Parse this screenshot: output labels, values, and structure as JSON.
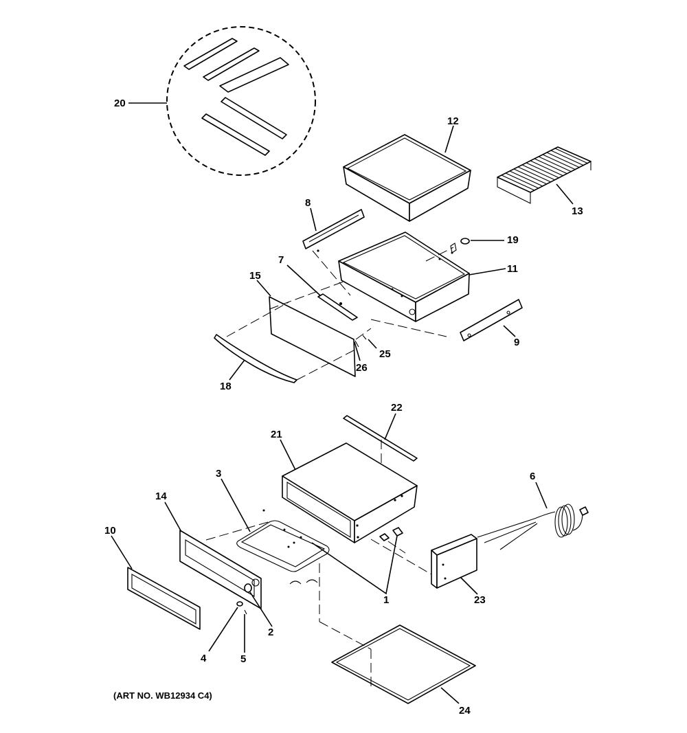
{
  "diagram": {
    "caption": "(ART NO. WB12934 C4)",
    "callouts": [
      {
        "id": "c1",
        "text": "1"
      },
      {
        "id": "c2",
        "text": "2"
      },
      {
        "id": "c3",
        "text": "3"
      },
      {
        "id": "c4",
        "text": "4"
      },
      {
        "id": "c5",
        "text": "5"
      },
      {
        "id": "c6",
        "text": "6"
      },
      {
        "id": "c7",
        "text": "7"
      },
      {
        "id": "c8",
        "text": "8"
      },
      {
        "id": "c9",
        "text": "9"
      },
      {
        "id": "c10",
        "text": "10"
      },
      {
        "id": "c11",
        "text": "11"
      },
      {
        "id": "c12",
        "text": "12"
      },
      {
        "id": "c13",
        "text": "13"
      },
      {
        "id": "c14",
        "text": "14"
      },
      {
        "id": "c15",
        "text": "15"
      },
      {
        "id": "c18",
        "text": "18"
      },
      {
        "id": "c19",
        "text": "19"
      },
      {
        "id": "c20",
        "text": "20"
      },
      {
        "id": "c21",
        "text": "21"
      },
      {
        "id": "c22",
        "text": "22"
      },
      {
        "id": "c23",
        "text": "23"
      },
      {
        "id": "c24",
        "text": "24"
      },
      {
        "id": "c25",
        "text": "25"
      },
      {
        "id": "c26",
        "text": "26"
      }
    ]
  }
}
